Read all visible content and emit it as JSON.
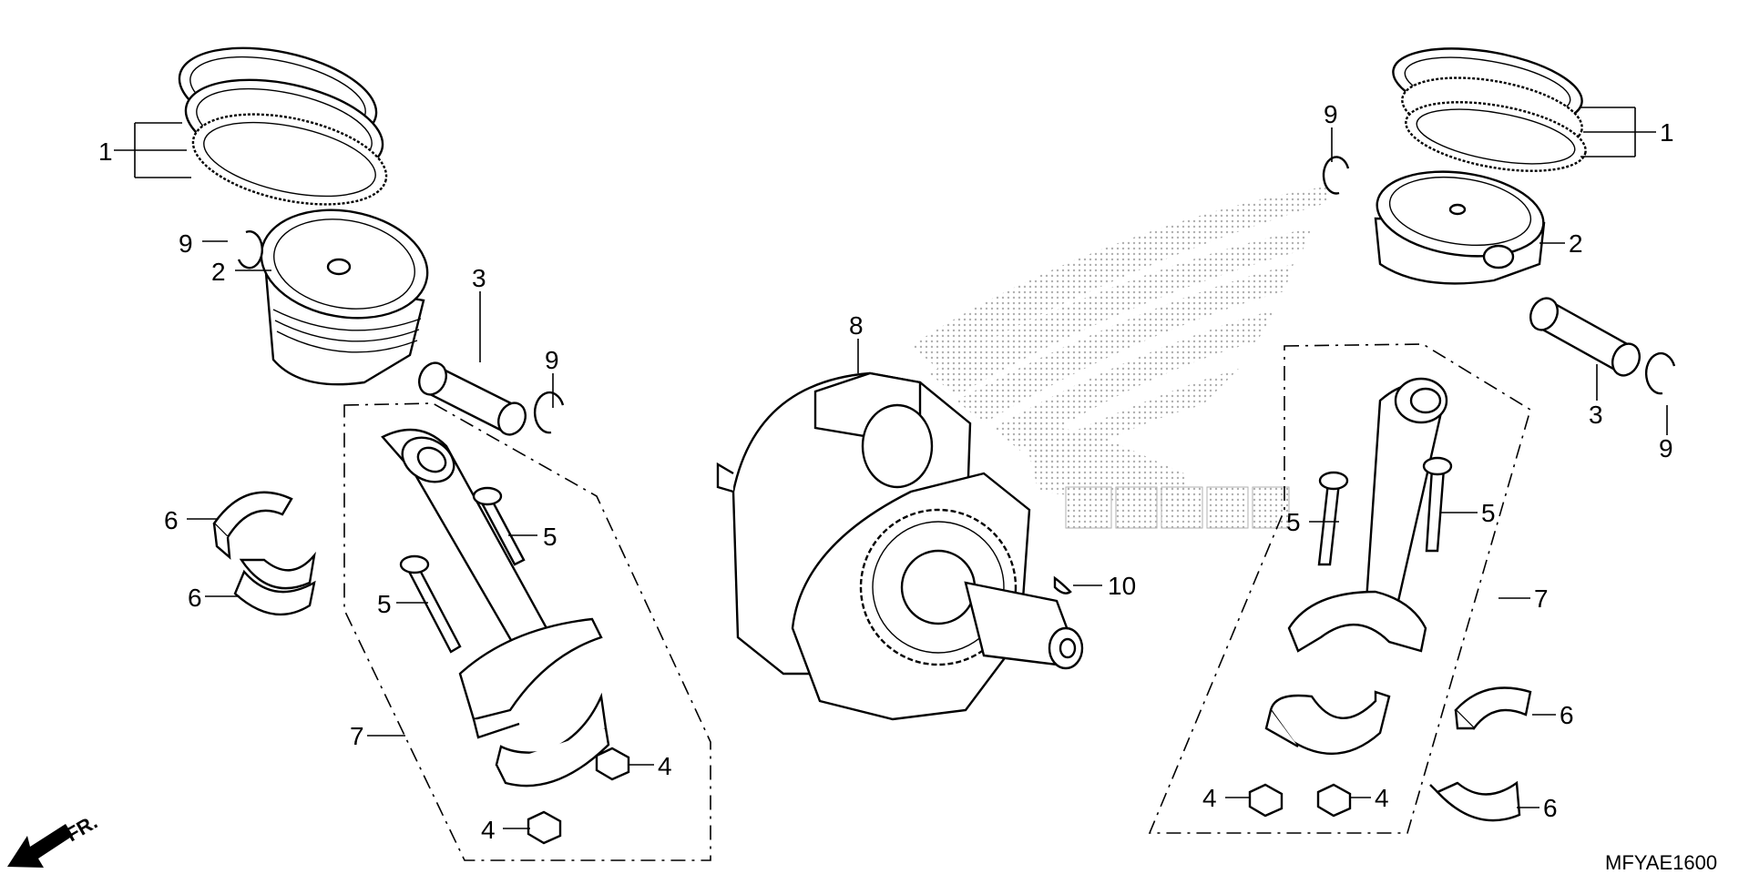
{
  "diagram_code": "MFYAE1600",
  "front_marker": "FR.",
  "callouts": {
    "piston_rings": "1",
    "piston": "2",
    "piston_pin": "3",
    "con_rod_nut": "4",
    "con_rod_bolt": "5",
    "crankpin_bearing": "6",
    "connecting_rod": "7",
    "crankshaft": "8",
    "pin_clip": "9",
    "woodruff_key": "10"
  },
  "colors": {
    "line": "#000000",
    "background": "#ffffff",
    "watermark_dots": "#b0b0b0"
  }
}
